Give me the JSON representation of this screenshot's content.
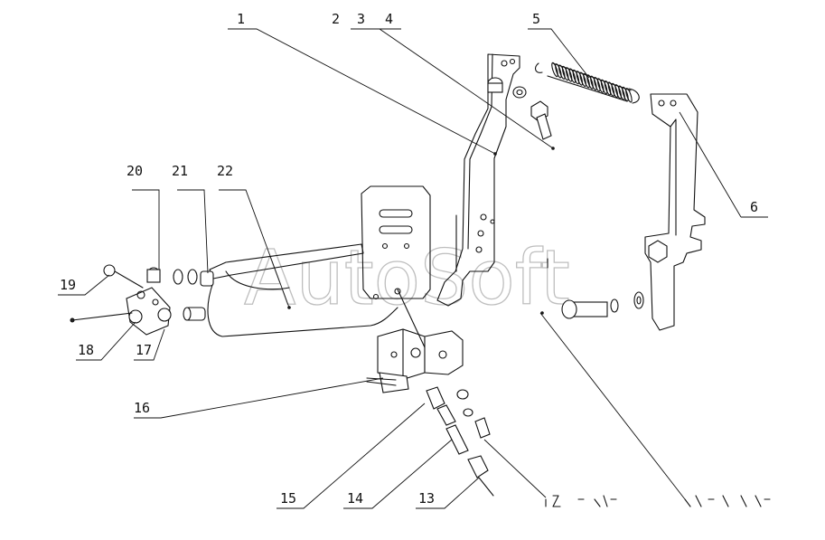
{
  "diagram": {
    "watermark": "AutoSoft",
    "callouts": [
      {
        "id": "c1",
        "label": "1"
      },
      {
        "id": "c2",
        "label": "2"
      },
      {
        "id": "c3",
        "label": "3"
      },
      {
        "id": "c4",
        "label": "4"
      },
      {
        "id": "c5",
        "label": "5"
      },
      {
        "id": "c6",
        "label": "6"
      },
      {
        "id": "c13",
        "label": "13"
      },
      {
        "id": "c14",
        "label": "14"
      },
      {
        "id": "c15",
        "label": "15"
      },
      {
        "id": "c16",
        "label": "16"
      },
      {
        "id": "c17",
        "label": "17"
      },
      {
        "id": "c18",
        "label": "18"
      },
      {
        "id": "c19",
        "label": "19"
      },
      {
        "id": "c20",
        "label": "20"
      },
      {
        "id": "c21",
        "label": "21"
      },
      {
        "id": "c22",
        "label": "22"
      }
    ]
  }
}
